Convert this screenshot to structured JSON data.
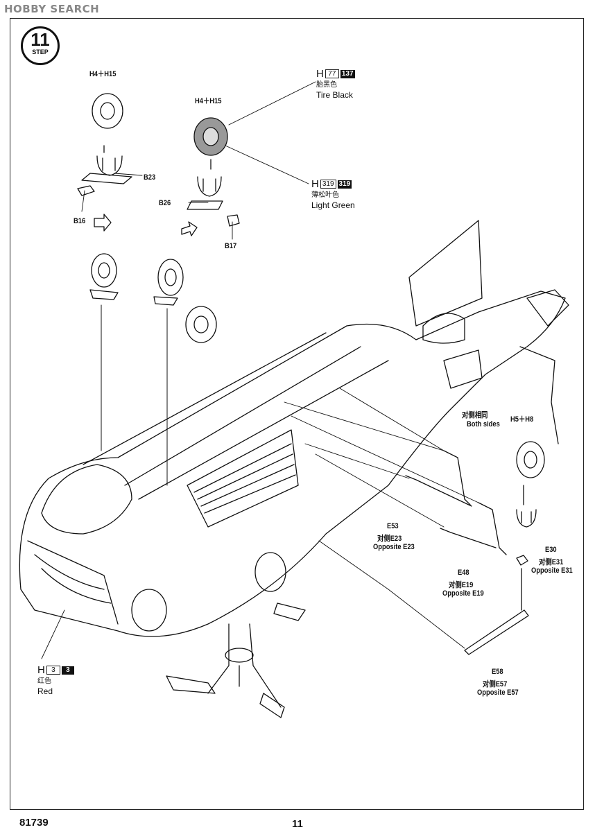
{
  "watermark": "HOBBY SEARCH",
  "step": {
    "number": "11",
    "label": "STEP"
  },
  "parts": {
    "wheel_left_group": "H4＋H15",
    "wheel_right_group": "H4＋H15",
    "b23": "B23",
    "b16": "B16",
    "b26": "B26",
    "b17": "B17",
    "h5h8": "H5＋H8",
    "both_sides_cn": "对侧相同",
    "both_sides_en": "Both sides",
    "e53": "E53",
    "e53_cn": "对侧E23",
    "e53_en": "Opposite E23",
    "e48": "E48",
    "e48_cn": "对侧E19",
    "e48_en": "Opposite E19",
    "e30": "E30",
    "e30_cn": "对侧E31",
    "e30_en": "Opposite E31",
    "e58": "E58",
    "e58_cn": "对侧E57",
    "e58_en": "Opposite E57"
  },
  "paints": {
    "tire_black": {
      "letter": "H",
      "code1": "77",
      "code2": "137",
      "cn": "胎黑色",
      "en": "Tire Black"
    },
    "light_green": {
      "letter": "H",
      "code1": "319",
      "code2": "319",
      "cn": "薄松叶色",
      "en": "Light Green"
    },
    "red": {
      "letter": "H",
      "code1": "3",
      "code2": "3",
      "cn": "红色",
      "en": "Red"
    }
  },
  "footer": {
    "kit_number": "81739",
    "page_number": "11"
  }
}
